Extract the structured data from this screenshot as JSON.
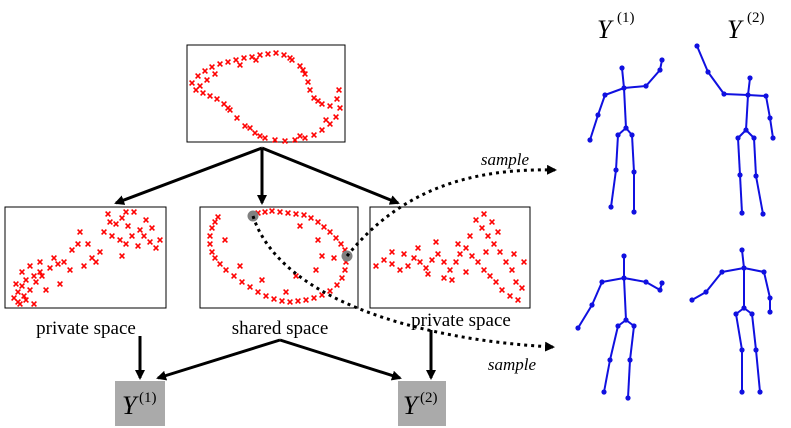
{
  "labels": {
    "private_left": "private space",
    "shared": "shared space",
    "private_right": "private space",
    "sample_top": "sample",
    "sample_bottom": "sample"
  },
  "outputs": {
    "y1_base": "Y",
    "y1_sup": "(1)",
    "y2_base": "Y",
    "y2_sup": "(2)"
  },
  "headers": {
    "y1_base": "Y",
    "y1_sup": "(1)",
    "y2_base": "Y",
    "y2_sup": "(2)"
  },
  "colors": {
    "marker": "#ff0000",
    "skeleton": "#1010e0",
    "output_box": "#aaaaaa",
    "sample_point": "#808080"
  }
}
